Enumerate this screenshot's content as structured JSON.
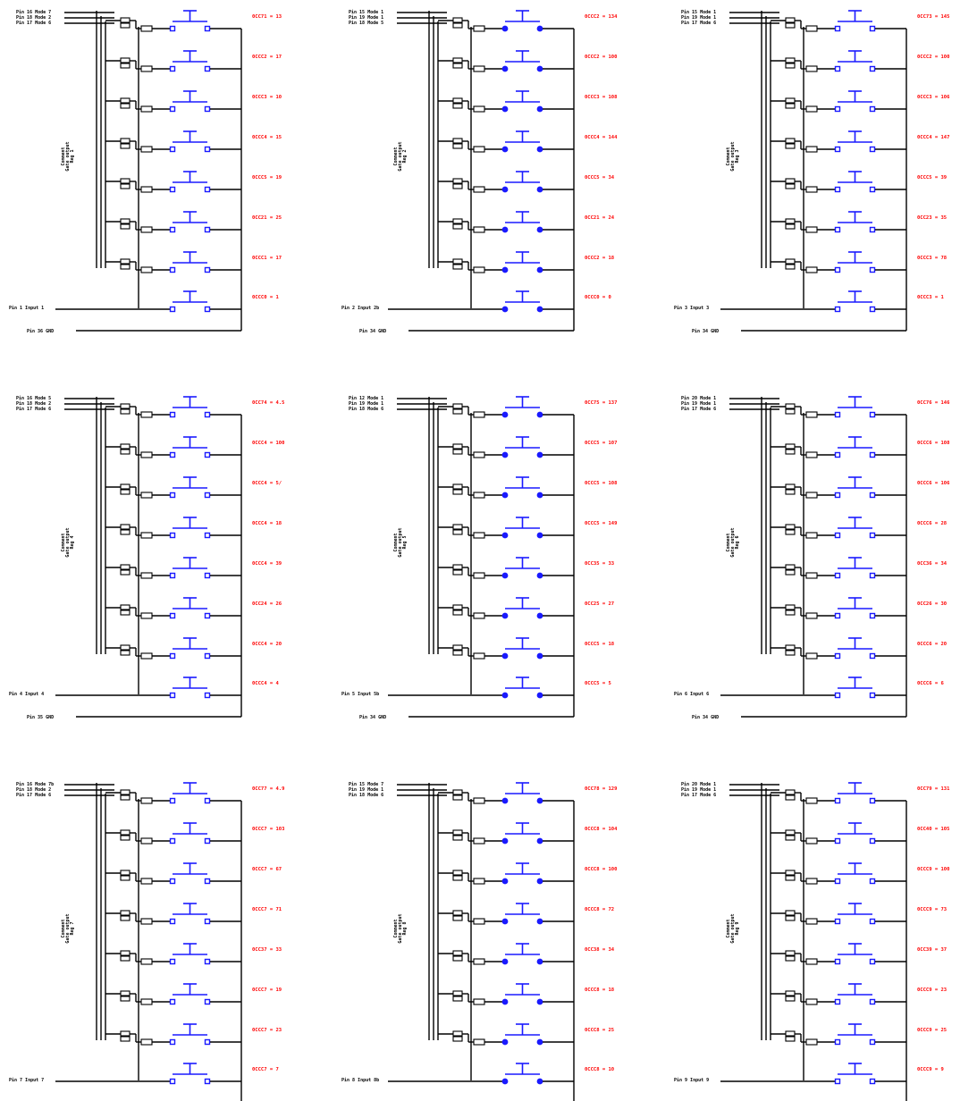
{
  "panels": [
    {
      "outputs": [
        "0CC71 = 13",
        "0CCC2 = 17",
        "0CCC3 = 10",
        "0CCC4 = 15",
        "0CCC5 = 19",
        "0CC21 = 25",
        "0CCC1 = 17",
        "0CCC0 = 1"
      ],
      "bus": [
        "Pin 16 Mode 7",
        "Pin 18 Mode 2",
        "Pin 17 Mode 6"
      ],
      "side": [
        "Comment",
        "Gate output",
        "Reg 1"
      ],
      "input": "Pin 1 Input 1",
      "gnd": "Pin 36 GND",
      "filled": false
    },
    {
      "outputs": [
        "0CCC2 = 134",
        "0CCC2 = 100",
        "0CCC3 = 108",
        "0CCC4 = 144",
        "0CCC5 = 34",
        "0CC21 = 24",
        "0CCC2 = 18",
        "0CCC0 = 0"
      ],
      "bus": [
        "Pin 15 Mode 1",
        "Pin 19 Mode 1",
        "Pin 18 Mode 5"
      ],
      "side": [
        "Comment",
        "Gate output",
        "Reg 2"
      ],
      "input": "Pin 2 Input 2b",
      "gnd": "Pin 34 GND",
      "filled": true
    },
    {
      "outputs": [
        "0CC73 = 145",
        "0CCC2 = 100",
        "0CCC3 = 106",
        "0CCC4 = 147",
        "0CCC5 = 39",
        "0CC23 = 35",
        "0CCC3 = 78",
        "0CCC3 = 1"
      ],
      "bus": [
        "Pin 15 Mode 1",
        "Pin 19 Mode 1",
        "Pin 17 Mode 6"
      ],
      "side": [
        "Comment",
        "Gate output",
        "Reg 3"
      ],
      "input": "Pin 3 Input 3",
      "gnd": "Pin 34 GND",
      "filled": false
    },
    {
      "outputs": [
        "0CC74 = 4.5",
        "0CCC4 = 100",
        "0CCC4 = 5/",
        "0CCC4 = 18",
        "0CCC4 = 39",
        "0CC24 = 26",
        "0CCC4 = 20",
        "0CCC4 = 4"
      ],
      "bus": [
        "Pin 16 Mode 5",
        "Pin 18 Mode 2",
        "Pin 17 Mode 6"
      ],
      "side": [
        "Comment",
        "Gate output",
        "Reg 4"
      ],
      "input": "Pin 4 Input 4",
      "gnd": "Pin 35 GND",
      "filled": false
    },
    {
      "outputs": [
        "0CC75 = 137",
        "0CCC5 = 107",
        "0CCC5 = 108",
        "0CCC5 = 149",
        "0CC35 = 33",
        "0CC25 = 27",
        "0CCC5 = 18",
        "0CCC5 = 5"
      ],
      "bus": [
        "Pin 12 Mode 1",
        "Pin 19 Mode 1",
        "Pin 18 Mode 6"
      ],
      "side": [
        "Comment",
        "Gate output",
        "Reg 5"
      ],
      "input": "Pin 5 Input 5b",
      "gnd": "Pin 34 GND",
      "filled": true
    },
    {
      "outputs": [
        "0CC76 = 146",
        "0CCC6 = 108",
        "0CCC6 = 106",
        "0CCC6 = 28",
        "0CC36 = 34",
        "0CC26 = 30",
        "0CCC6 = 20",
        "0CCC6 = 6"
      ],
      "bus": [
        "Pin 20 Mode 1",
        "Pin 19 Mode 1",
        "Pin 17 Mode 6"
      ],
      "side": [
        "Comment",
        "Gate output",
        "Reg 6"
      ],
      "input": "Pin 6 Input 6",
      "gnd": "Pin 34 GND",
      "filled": false
    },
    {
      "outputs": [
        "0CC77 = 4.9",
        "0CCC7 = 103",
        "0CCC7 = 67",
        "0CCC7 = 71",
        "0CC37 = 33",
        "0CCC7 = 19",
        "0CCC7 = 23",
        "0CCC7 = 7"
      ],
      "bus": [
        "Pin 16 Mode 7b",
        "Pin 18 Mode 2",
        "Pin 17 Mode 6"
      ],
      "side": [
        "Comment",
        "Gate output",
        "Reg 7"
      ],
      "input": "Pin 7 Input 7",
      "gnd": "Pin 35 GND",
      "filled": false
    },
    {
      "outputs": [
        "0CC78 = 129",
        "0CCC8 = 104",
        "0CCC8 = 100",
        "0CCC8 = 72",
        "0CC38 = 34",
        "0CCC8 = 18",
        "0CCC8 = 25",
        "0CCC8 = 10"
      ],
      "bus": [
        "Pin 15 Mode 7",
        "Pin 19 Mode 1",
        "Pin 18 Mode 6"
      ],
      "side": [
        "Comment",
        "Gate output",
        "Reg 8"
      ],
      "input": "Pin 8 Input 8b",
      "gnd": "Pin 34 GND",
      "filled": true
    },
    {
      "outputs": [
        "0CC79 = 131",
        "0CC40 = 105",
        "0CCC9 = 100",
        "0CCC9 = 73",
        "0CC39 = 37",
        "0CCC9 = 23",
        "0CCC9 = 25",
        "0CCC9 = 9"
      ],
      "bus": [
        "Pin 20 Mode 1",
        "Pin 19 Mode 1",
        "Pin 17 Mode 6"
      ],
      "side": [
        "Comment",
        "Gate output",
        "Reg 9"
      ],
      "input": "Pin 9 Input 9",
      "gnd": "Pin 34 GND",
      "filled": false
    }
  ]
}
